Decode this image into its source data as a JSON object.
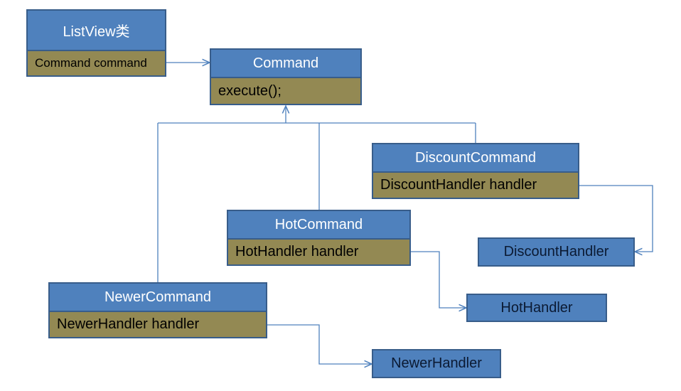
{
  "listview": {
    "title": "ListView类",
    "field": "Command command"
  },
  "command": {
    "title": "Command",
    "method": "execute();"
  },
  "discount_command": {
    "title": "DiscountCommand",
    "field": "DiscountHandler  handler"
  },
  "hot_command": {
    "title": "HotCommand",
    "field": "HotHandler  handler"
  },
  "newer_command": {
    "title": "NewerCommand",
    "field": "NewerHandler  handler"
  },
  "discount_handler": {
    "title": "DiscountHandler"
  },
  "hot_handler": {
    "title": "HotHandler"
  },
  "newer_handler": {
    "title": "NewerHandler"
  },
  "colors": {
    "header": "#4f81bd",
    "body": "#938953",
    "border": "#385d8a"
  }
}
